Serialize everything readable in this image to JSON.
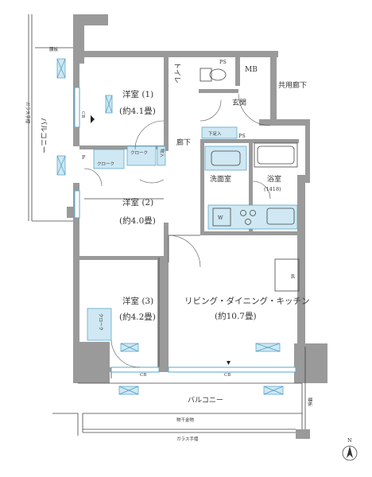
{
  "rooms": {
    "western1_name": "洋室 (1)",
    "western1_size": "(約4.1畳)",
    "western2_name": "洋室 (2)",
    "western2_size": "(約4.0畳)",
    "western3_name": "洋室 (3)",
    "western3_size": "(約4.2畳)",
    "ldk_name": "リビング・ダイニング・キッチン",
    "ldk_size": "(約10.7畳)",
    "toilet": "トイレ",
    "mb": "MB",
    "ps1": "PS",
    "ps2": "PS",
    "common_corridor": "共用廊下",
    "entrance": "玄関",
    "corridor": "廊下",
    "washroom": "洗面室",
    "bathroom": "浴室",
    "bathroom_size": "(1418)",
    "shoe_box": "下足入",
    "cloak1": "クローク",
    "cloak2": "クローク",
    "cloak3": "クローク",
    "storage": "物入",
    "wm": "W",
    "fridge": "R",
    "p_mark": "P"
  },
  "exterior": {
    "balcony_west": "バルコニー",
    "balcony_south": "バルコニー",
    "glass_rail_west": "ガラス手摺",
    "glass_rail_south": "ガラス手摺",
    "clothes_rail": "物干金物",
    "fence_top": "腰板",
    "fence_right": "腰板",
    "cb1": "CB",
    "cb2": "CB",
    "cb3": "CB"
  },
  "compass": {
    "label": "N"
  },
  "colors": {
    "wall": "#9a9a9a",
    "accent": "#4a9ec4",
    "fixture_fill": "#cfe8f3"
  }
}
